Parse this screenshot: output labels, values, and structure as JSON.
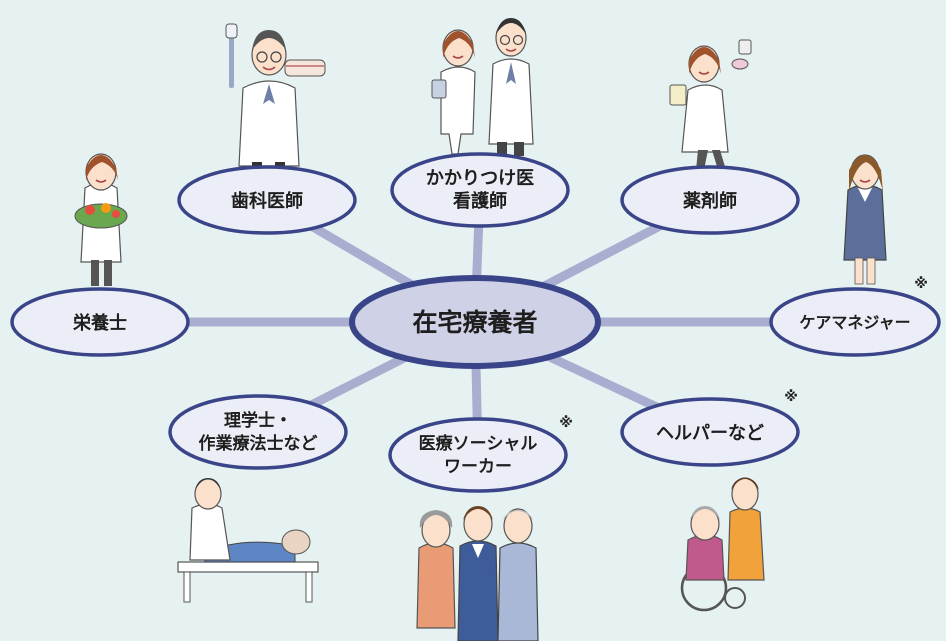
{
  "center": {
    "label": "在宅療養者"
  },
  "nodes": {
    "dentist": {
      "lines": [
        "歯科医師"
      ]
    },
    "family_doctor_nurse": {
      "lines": [
        "かかりつけ医",
        "看護師"
      ]
    },
    "pharmacist": {
      "lines": [
        "薬剤師"
      ]
    },
    "nutritionist": {
      "lines": [
        "栄養士"
      ]
    },
    "care_manager": {
      "lines": [
        "ケアマネジャー"
      ],
      "note": "※"
    },
    "therapists": {
      "lines": [
        "理学士・",
        "作業療法士など"
      ]
    },
    "social_worker": {
      "lines": [
        "医療ソーシャル",
        "ワーカー"
      ],
      "note": "※"
    },
    "helper": {
      "lines": [
        "ヘルパーなど"
      ],
      "note": "※"
    }
  },
  "colors": {
    "background": "#e6f2f2",
    "bubble_fill": "#eceef7",
    "bubble_stroke": "#3a4488",
    "center_fill": "#cfd2e6",
    "connector": "#a9aed0"
  },
  "illustrations": [
    "dentist-figure-icon",
    "doctor-nurse-figures-icon",
    "pharmacist-figure-icon",
    "nutritionist-figure-icon",
    "care-manager-figure-icon",
    "therapist-patient-icon",
    "family-group-icon",
    "helper-wheelchair-icon"
  ]
}
